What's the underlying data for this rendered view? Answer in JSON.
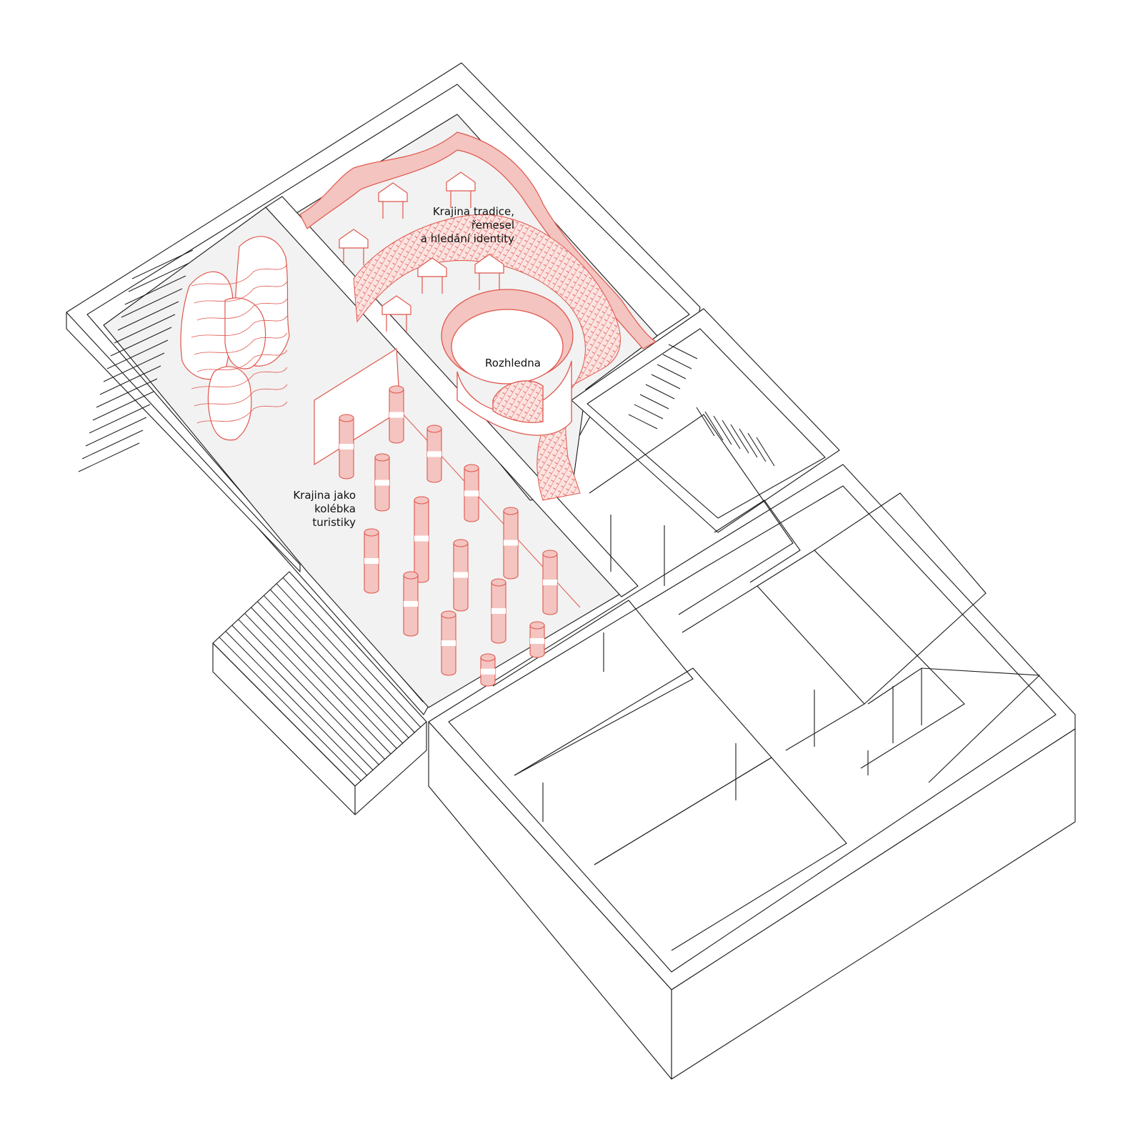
{
  "labels": {
    "tradition_zone": "Krajina tradice,\nřemesel\na hledání identity",
    "lookout": "Rozhledna",
    "tourism_zone": "Krajina jako\nkolébka\nturistiky"
  },
  "colors": {
    "wall_line": "#1a1a1a",
    "wall_fill": "#ffffff",
    "exhibit_floor": "#f2f2f2",
    "accent": "#e0564c",
    "accent_fill": "#f4c4c0",
    "accent_light": "#fbe3e1"
  }
}
